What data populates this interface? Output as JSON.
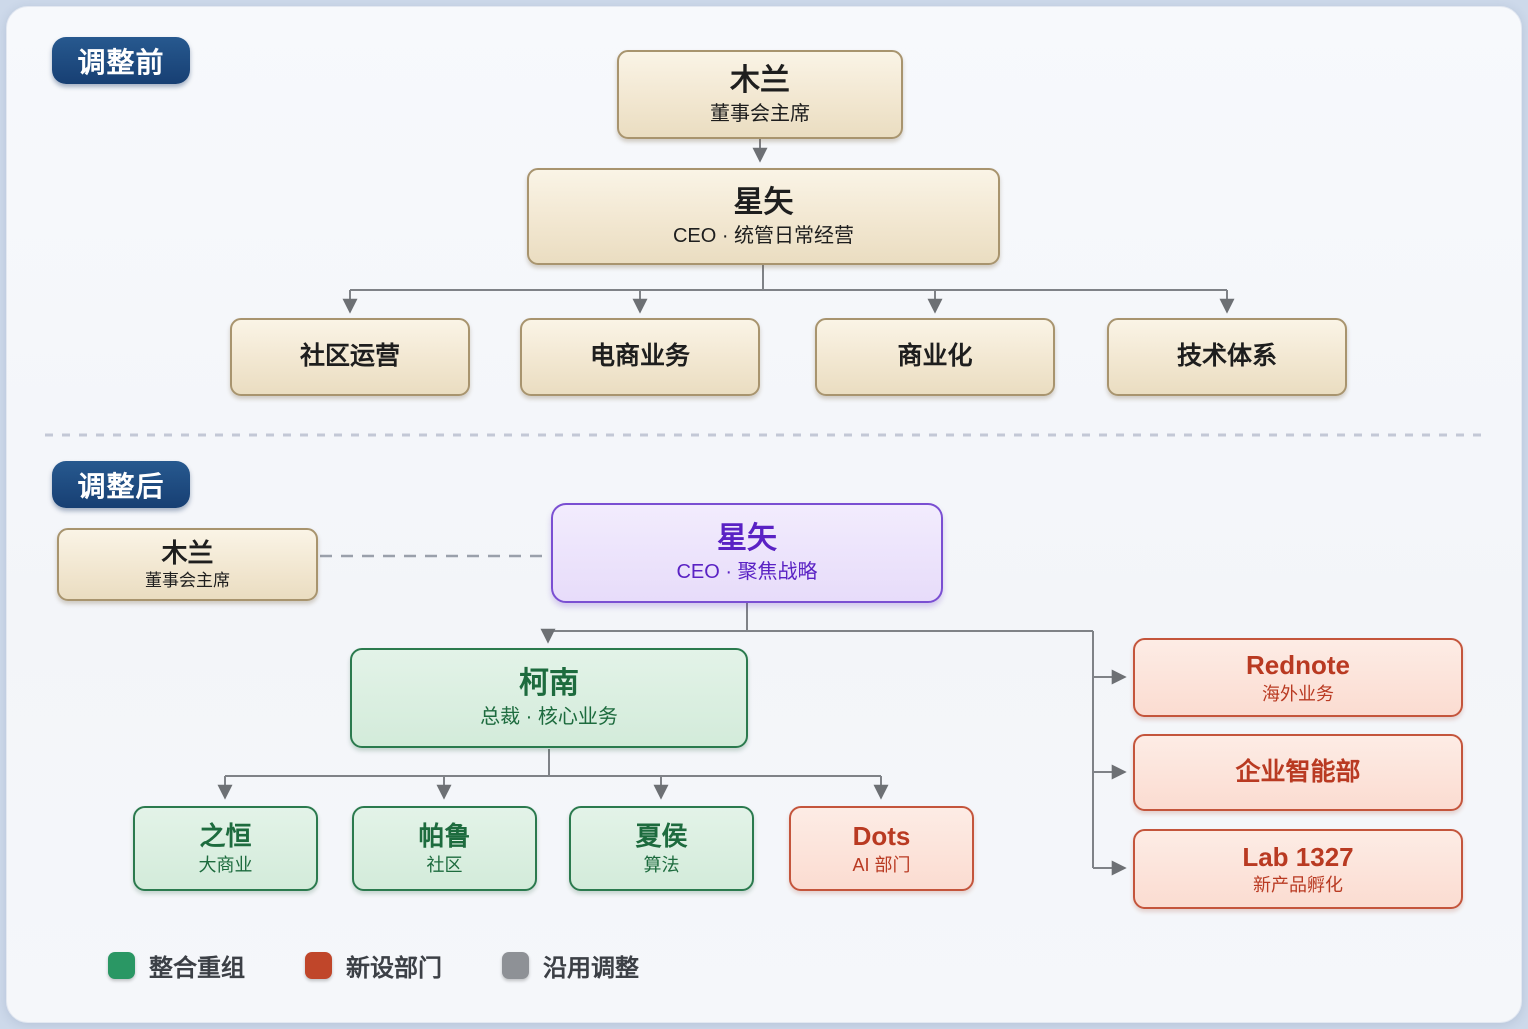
{
  "before": {
    "badge": "调整前",
    "chairman": {
      "title": "木兰",
      "subtitle": "董事会主席"
    },
    "ceo": {
      "title": "星矢",
      "subtitle": "CEO · 统管日常经营"
    },
    "departments": [
      "社区运营",
      "电商业务",
      "商业化",
      "技术体系"
    ]
  },
  "after": {
    "badge": "调整后",
    "chairman": {
      "title": "木兰",
      "subtitle": "董事会主席"
    },
    "ceo": {
      "title": "星矢",
      "subtitle": "CEO · 聚焦战略"
    },
    "president": {
      "title": "柯南",
      "subtitle": "总裁 · 核心业务"
    },
    "core_units": [
      {
        "title": "之恒",
        "subtitle": "大商业"
      },
      {
        "title": "帕鲁",
        "subtitle": "社区"
      },
      {
        "title": "夏侯",
        "subtitle": "算法"
      }
    ],
    "ai_unit": {
      "title": "Dots",
      "subtitle": "AI 部门"
    },
    "new_units": [
      {
        "title": "Rednote",
        "subtitle": "海外业务"
      },
      {
        "title": "企业智能部"
      },
      {
        "title": "Lab 1327",
        "subtitle": "新产品孵化"
      }
    ]
  },
  "legend": [
    {
      "label": "整合重组",
      "color": "#2a9764"
    },
    {
      "label": "新设部门",
      "color": "#c0462a"
    },
    {
      "label": "沿用调整",
      "color": "#8e9196"
    }
  ],
  "colors": {
    "badge_navy": "#1c4a85",
    "legacy_node_border": "#a8946e",
    "ceo_purple": "#5a22c4",
    "reorg_green": "#1d6b3e",
    "new_dept_red": "#b93a22",
    "connector_gray": "#7f8287"
  }
}
